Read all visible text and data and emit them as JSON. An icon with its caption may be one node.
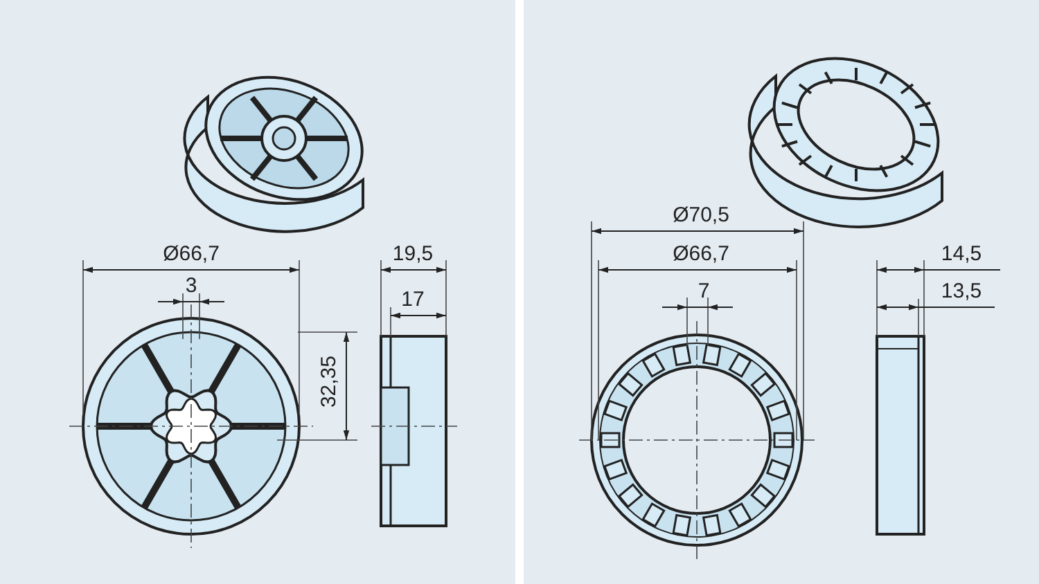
{
  "diagram": {
    "labels": [
      "Ø66,7",
      "3",
      "19,5",
      "17",
      "32,35",
      "Ø70,5",
      "Ø66,7",
      "7",
      "14,5",
      "13,5"
    ]
  }
}
